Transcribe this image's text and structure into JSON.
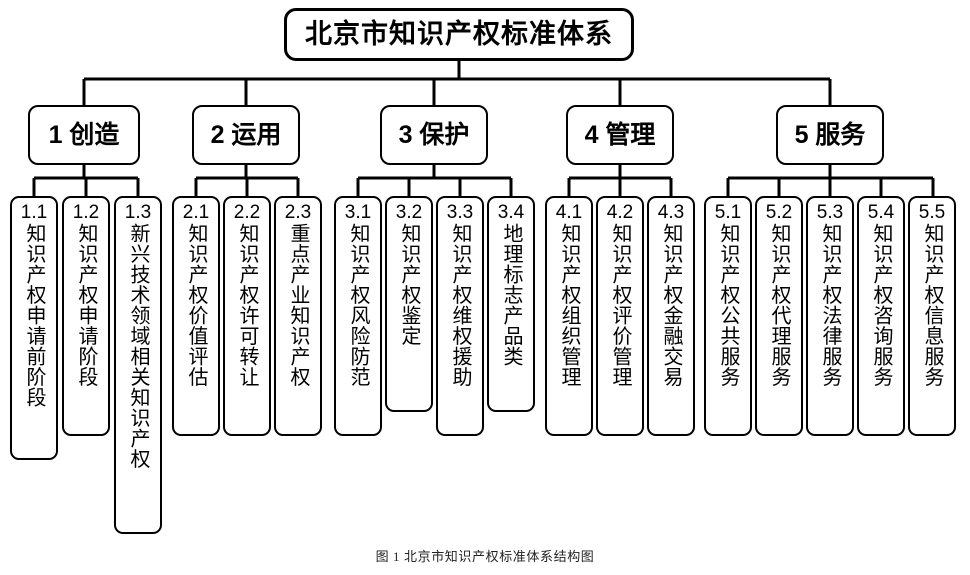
{
  "diagram": {
    "title": "北京市知识产权标准体系",
    "caption": "图 1  北京市知识产权标准体系结构图",
    "line_color": "#000000",
    "box_border_color": "#000000",
    "box_fill_color": "#ffffff",
    "categories": [
      {
        "id": "1",
        "label": "1 创造",
        "children": [
          {
            "num": "1.1",
            "text": "知识产权申请前阶段"
          },
          {
            "num": "1.2",
            "text": "知识产权申请阶段"
          },
          {
            "num": "1.3",
            "text": "新兴技术领域相关知识产权"
          }
        ]
      },
      {
        "id": "2",
        "label": "2 运用",
        "children": [
          {
            "num": "2.1",
            "text": "知识产权价值评估"
          },
          {
            "num": "2.2",
            "text": "知识产权许可转让"
          },
          {
            "num": "2.3",
            "text": "重点产业知识产权"
          }
        ]
      },
      {
        "id": "3",
        "label": "3 保护",
        "children": [
          {
            "num": "3.1",
            "text": "知识产权风险防范"
          },
          {
            "num": "3.2",
            "text": "知识产权鉴定"
          },
          {
            "num": "3.3",
            "text": "知识产权维权援助"
          },
          {
            "num": "3.4",
            "text": "地理标志产品类"
          }
        ]
      },
      {
        "id": "4",
        "label": "4 管理",
        "children": [
          {
            "num": "4.1",
            "text": "知识产权组织管理"
          },
          {
            "num": "4.2",
            "text": "知识产权评价管理"
          },
          {
            "num": "4.3",
            "text": "知识产权金融交易"
          }
        ]
      },
      {
        "id": "5",
        "label": "5 服务",
        "children": [
          {
            "num": "5.1",
            "text": "知识产权公共服务"
          },
          {
            "num": "5.2",
            "text": "知识产权代理服务"
          },
          {
            "num": "5.3",
            "text": "知识产权法律服务"
          },
          {
            "num": "5.4",
            "text": "知识产权咨询服务"
          },
          {
            "num": "5.5",
            "text": "知识产权信息服务"
          }
        ]
      }
    ]
  }
}
